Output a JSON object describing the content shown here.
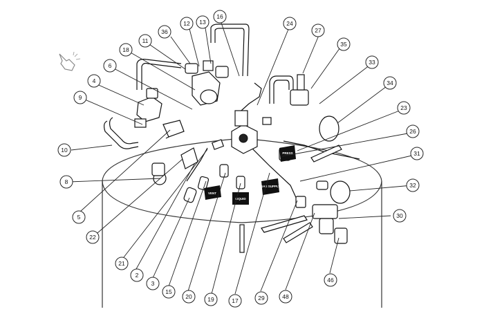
{
  "callouts": [
    {
      "id": "c1",
      "label": "36"
    },
    {
      "id": "c2",
      "label": "12"
    },
    {
      "id": "c3",
      "label": "13"
    },
    {
      "id": "c4",
      "label": "16"
    },
    {
      "id": "c5",
      "label": "24"
    },
    {
      "id": "c6",
      "label": "27"
    },
    {
      "id": "c7",
      "label": "35"
    },
    {
      "id": "c8",
      "label": "33"
    },
    {
      "id": "c9",
      "label": "34"
    },
    {
      "id": "c10",
      "label": "23"
    },
    {
      "id": "c11",
      "label": "26"
    },
    {
      "id": "c12",
      "label": "31"
    },
    {
      "id": "c13",
      "label": "32"
    },
    {
      "id": "c14",
      "label": "30"
    },
    {
      "id": "c15",
      "label": "46"
    },
    {
      "id": "c16",
      "label": "48"
    },
    {
      "id": "c17",
      "label": "29"
    },
    {
      "id": "c18",
      "label": "17"
    },
    {
      "id": "c19",
      "label": "19"
    },
    {
      "id": "c20",
      "label": "20"
    },
    {
      "id": "c21",
      "label": "15"
    },
    {
      "id": "c22",
      "label": "3"
    },
    {
      "id": "c23",
      "label": "2"
    },
    {
      "id": "c24",
      "label": "21"
    },
    {
      "id": "c25",
      "label": "22"
    },
    {
      "id": "c26",
      "label": "5"
    },
    {
      "id": "c27",
      "label": "8"
    },
    {
      "id": "c28",
      "label": "10"
    },
    {
      "id": "c29",
      "label": "9"
    },
    {
      "id": "c30",
      "label": "4"
    },
    {
      "id": "c31",
      "label": "6"
    },
    {
      "id": "c32",
      "label": "18"
    },
    {
      "id": "c33",
      "label": "11"
    }
  ],
  "tags": [
    {
      "id": "t1",
      "text": "VENT"
    },
    {
      "id": "t2",
      "text": "GAS SUPPLY"
    },
    {
      "id": "t3",
      "text": "LIQUID"
    },
    {
      "id": "t4",
      "text": "PRESS"
    }
  ],
  "icons": {
    "pointer": "hand-pointer-icon"
  }
}
